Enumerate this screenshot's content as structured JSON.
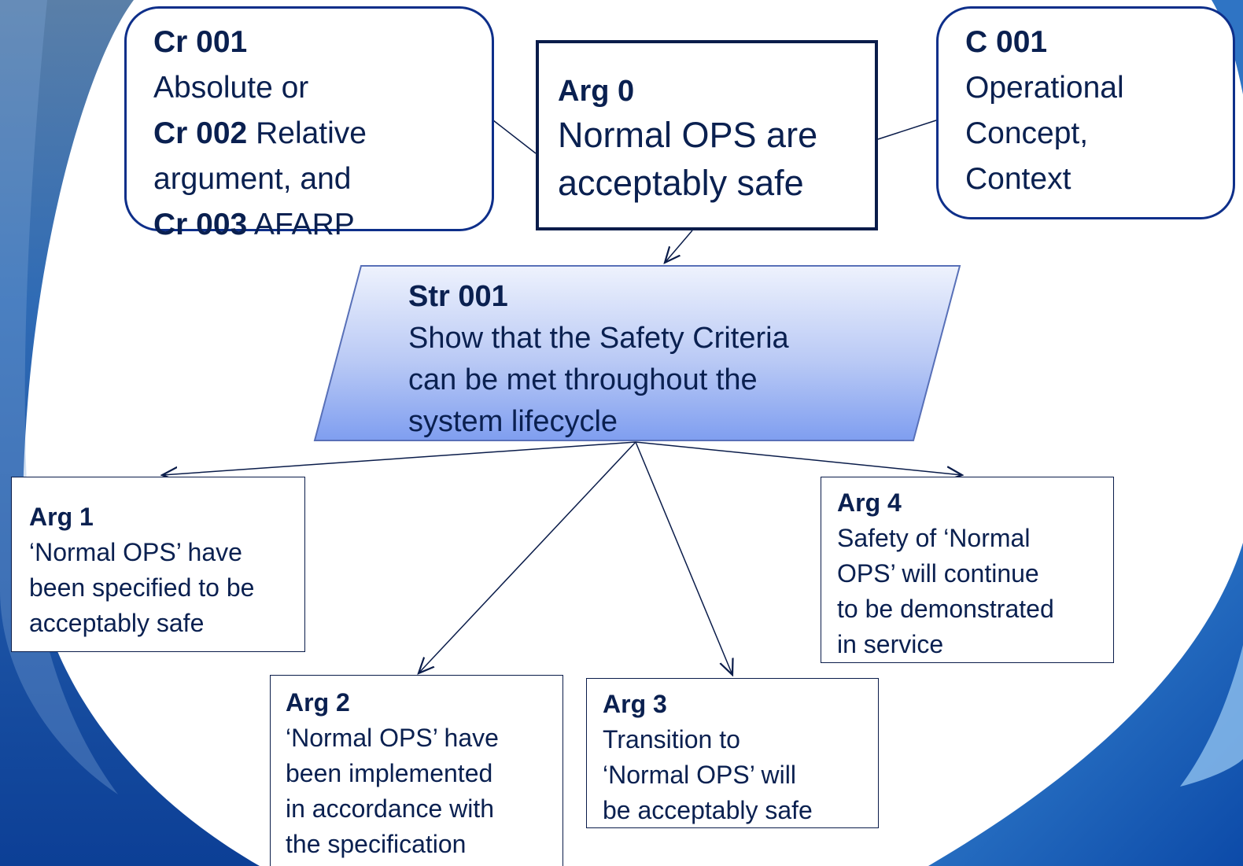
{
  "colors": {
    "text": "#0a2050",
    "border_dark": "#0a1c4a",
    "context_border": "#0e2f8a",
    "strategy_fill_top": "#e8eefc",
    "strategy_fill_bottom": "#7f9ef0",
    "background_accent": "#1b6fc7"
  },
  "cr_context": {
    "line1_bold": "Cr 001",
    "line2": "Absolute or",
    "line3_bold": "Cr 002",
    "line3_text": " Relative",
    "line4": "argument, and",
    "line5_bold": "Cr 003",
    "line5_text": " AFARP"
  },
  "top_goal": {
    "id": "Arg 0",
    "text_line1": "Normal OPS are",
    "text_line2": "acceptably safe"
  },
  "context": {
    "id": "C 001",
    "line1": "Operational",
    "line2": "Concept,",
    "line3": "Context"
  },
  "strategy": {
    "id": "Str 001",
    "line1": "Show that the Safety Criteria",
    "line2": "can be met throughout the",
    "line3": "system lifecycle"
  },
  "sub_goals": [
    {
      "id": "Arg 1",
      "lines": [
        "‘Normal OPS’ have",
        "been specified to be",
        "acceptably safe"
      ]
    },
    {
      "id": "Arg 2",
      "lines": [
        "‘Normal OPS’ have",
        "been implemented",
        "in accordance with",
        "the specification"
      ]
    },
    {
      "id": "Arg 3",
      "lines": [
        "Transition to",
        "‘Normal OPS’ will",
        "be acceptably safe"
      ]
    },
    {
      "id": "Arg 4",
      "lines": [
        "Safety of ‘Normal",
        "OPS’ will continue",
        "to be demonstrated",
        "in service"
      ]
    }
  ]
}
